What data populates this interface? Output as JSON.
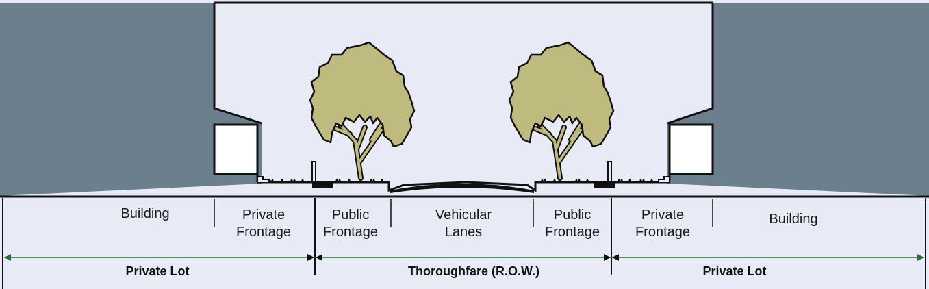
{
  "colors": {
    "building": "#6b7f8c",
    "sky": "#e8eaf6",
    "foliage": "#bebb7c",
    "trunk": "#bebb7c",
    "ink": "#111111"
  },
  "section_labels": {
    "building_left": "Building",
    "private_frontage_left": "Private\nFrontage",
    "public_frontage_left": "Public\nFrontage",
    "vehicular_lanes": "Vehicular\nLanes",
    "public_frontage_right": "Public\nFrontage",
    "private_frontage_right": "Private\nFrontage",
    "building_right": "Building"
  },
  "dimension_labels": {
    "private_lot_left": "Private Lot",
    "thoroughfare": "Thoroughfare (R.O.W.)",
    "private_lot_right": "Private Lot"
  },
  "icons": {
    "tree_left": "tree-icon",
    "tree_right": "tree-icon"
  }
}
